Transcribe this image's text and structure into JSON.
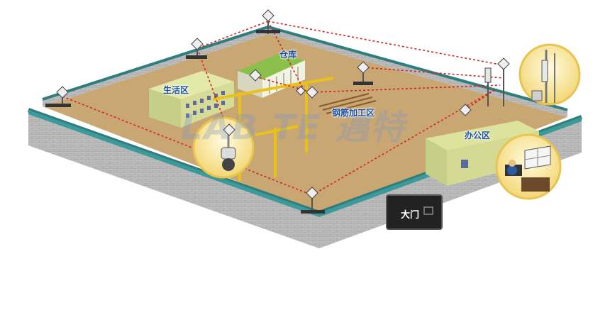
{
  "zones": {
    "warehouse": "仓库",
    "living_area": "生活区",
    "rebar_processing": "钢筋加工区",
    "office": "办公区",
    "gate": "大门"
  },
  "watermark": {
    "text": "LAB TE 邁特"
  },
  "colors": {
    "wall_gray": "#b8b8b8",
    "wall_cap": "#2f7d7d",
    "ground": "#c9a773",
    "building_green": "#c6cf88",
    "crane_yellow": "#e8c21a",
    "link_red": "#d82020",
    "label_blue": "#1a4e9e",
    "gate_panel": "#222222"
  }
}
